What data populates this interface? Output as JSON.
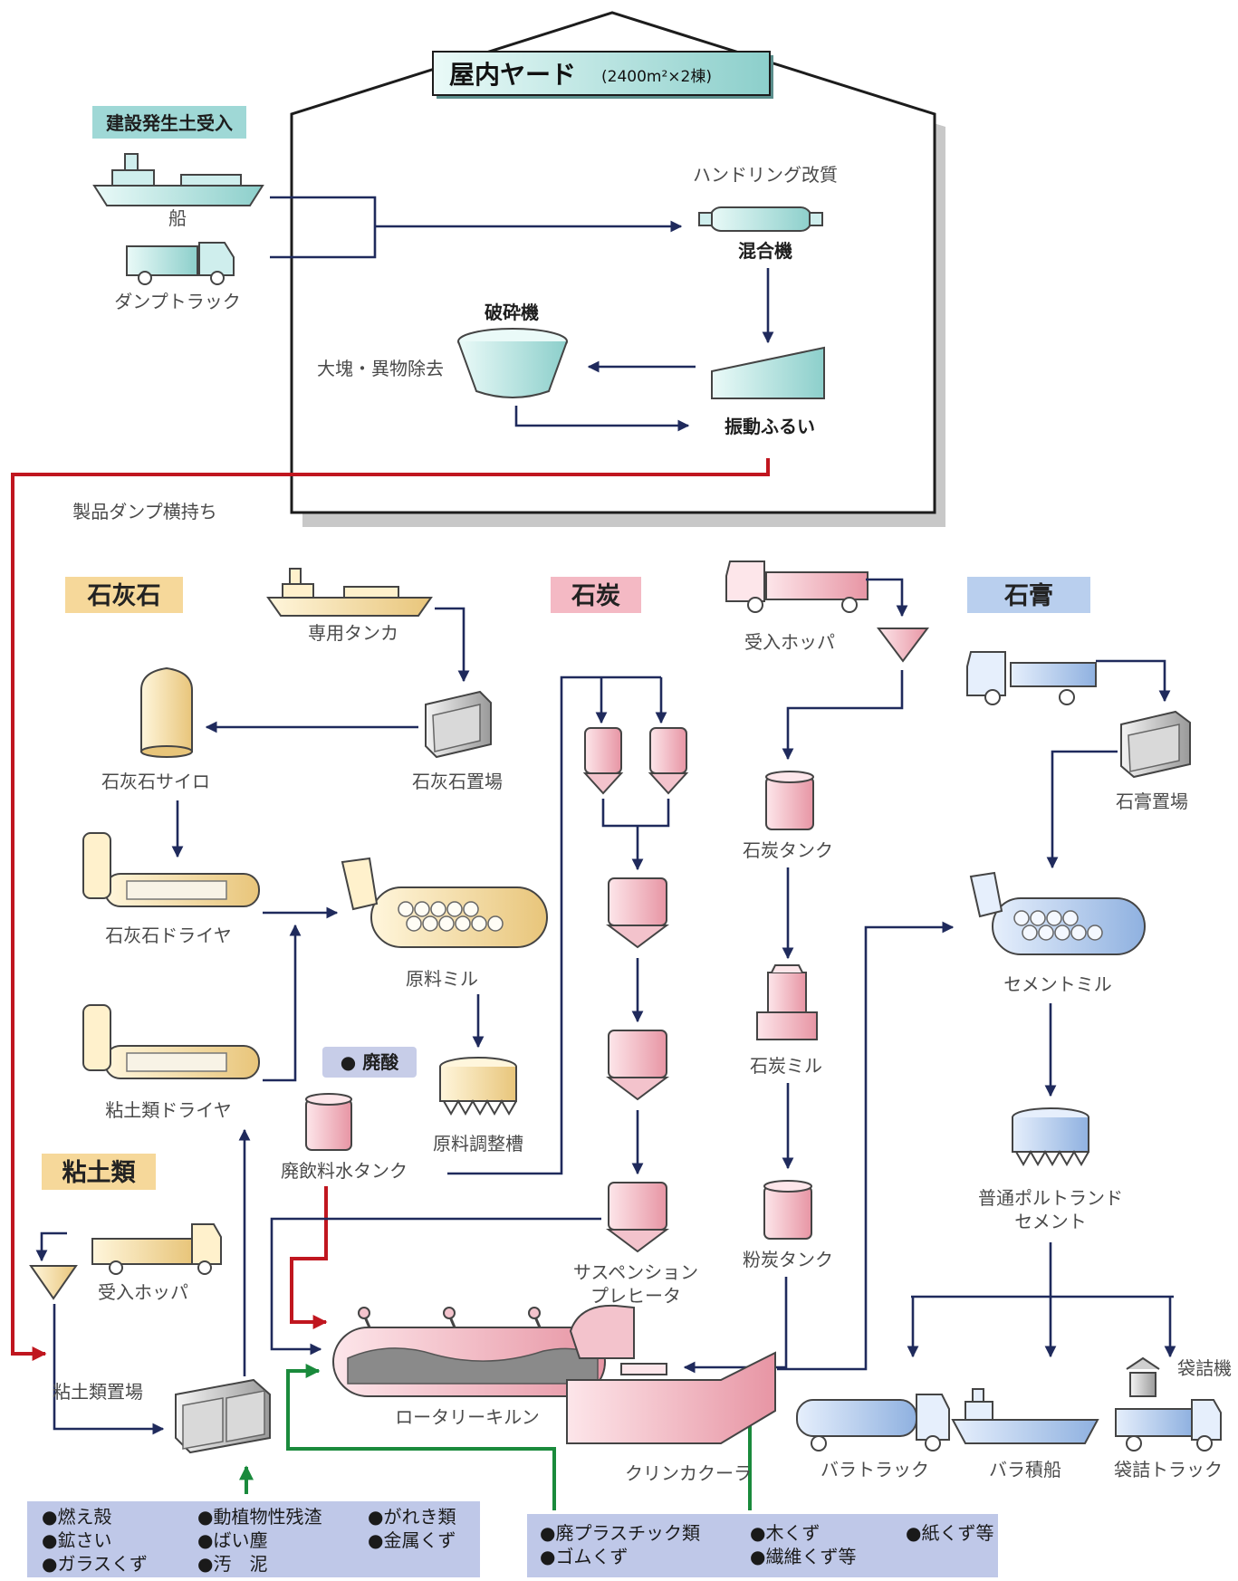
{
  "yard": {
    "title": "屋内ヤード",
    "size": "(2400m²×2棟)"
  },
  "intake": {
    "badge": "建設発生土受入",
    "ship": "船",
    "dump": "ダンプトラック"
  },
  "yard_process": {
    "handling": "ハンドリング改質",
    "mixer": "混合機",
    "crusher": "破砕機",
    "removal": "大塊・異物除去",
    "screen": "振動ふるい"
  },
  "product_transfer": "製品ダンプ横持ち",
  "sections": {
    "limestone": "石灰石",
    "coal": "石炭",
    "gypsum": "石膏",
    "clay": "粘土類"
  },
  "limestone": {
    "tanker": "専用タンカ",
    "yard": "石灰石置場",
    "silo": "石灰石サイロ",
    "dryer": "石灰石ドライヤ",
    "raw_mill": "原料ミル",
    "clay_dryer": "粘土類ドライヤ",
    "blend_tank": "原料調整槽"
  },
  "waste_acid": {
    "badge": "● 廃酸",
    "tank": "廃飲料水タンク"
  },
  "clay": {
    "hopper": "受入ホッパ",
    "yard": "粘土類置場"
  },
  "coal": {
    "hopper": "受入ホッパ",
    "tank": "石炭タンク",
    "mill": "石炭ミル",
    "powder_tank": "粉炭タンク"
  },
  "kiln": {
    "preheater_line1": "サスペンション",
    "preheater_line2": "プレヒータ",
    "rotary_kiln": "ロータリーキルン",
    "cooler": "クリンカクーラ"
  },
  "gypsum": {
    "yard": "石膏置場",
    "cement_mill": "セメントミル",
    "cement_line1": "普通ポルトランド",
    "cement_line2": "セメント"
  },
  "shipping": {
    "bagger": "袋詰機",
    "bulk_truck": "バラトラック",
    "bulk_ship": "バラ積船",
    "bag_truck": "袋詰トラック"
  },
  "waste_left": [
    [
      "●燃え殻",
      "●動植物性残渣",
      "●がれき類"
    ],
    [
      "●鉱さい",
      "●ばい塵",
      "●金属くず"
    ],
    [
      "●ガラスくず",
      "●汚　泥",
      ""
    ]
  ],
  "waste_right": [
    [
      "●廃プラスチック類",
      "●木くず",
      "●紙くず等"
    ],
    [
      "●ゴムくず",
      "●繊維くず等",
      ""
    ]
  ],
  "colors": {
    "limestone": "#f6d89a",
    "coal": "#f4b9c4",
    "gypsum": "#b9cfee",
    "teal": "#9fd8d6",
    "red_line": "#c0161f",
    "green_line": "#1a8a3c",
    "navy_line": "#1f2a5c",
    "waste_box": "#bfc8e8"
  }
}
